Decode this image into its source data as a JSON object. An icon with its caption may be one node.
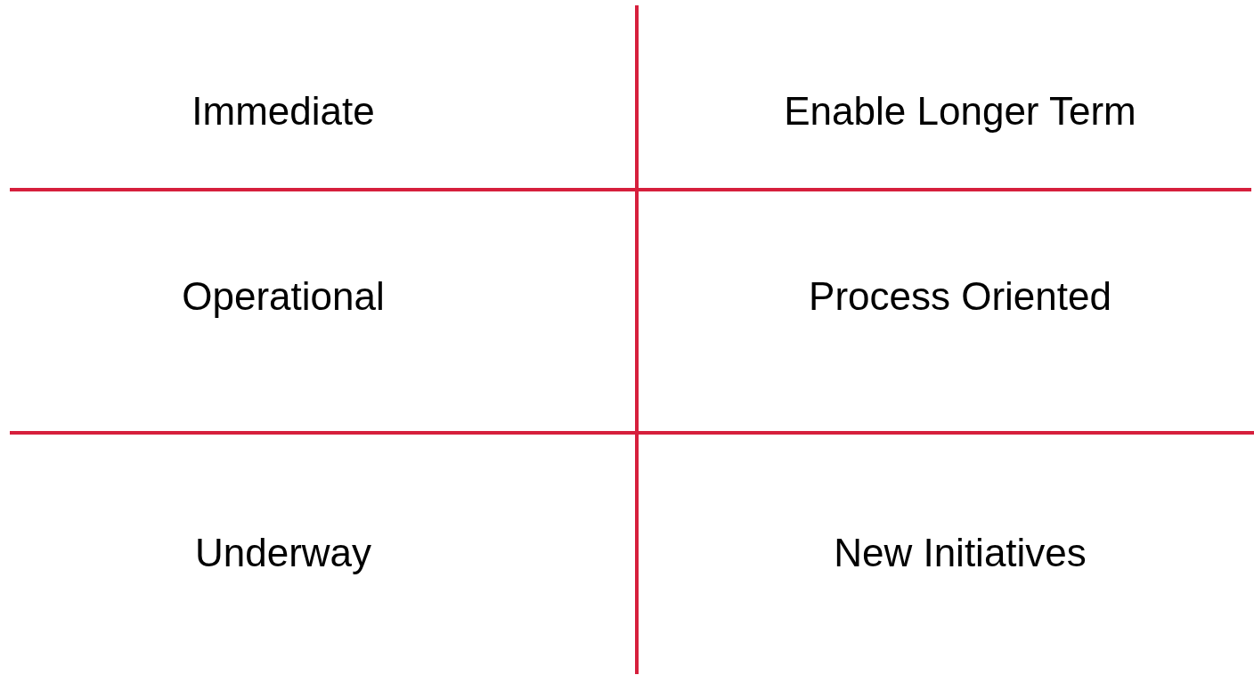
{
  "diagram": {
    "labels": [
      "Immediate",
      "Enable Longer Term",
      "Operational",
      "Process Oriented",
      "Underway",
      "New Initiatives"
    ]
  }
}
